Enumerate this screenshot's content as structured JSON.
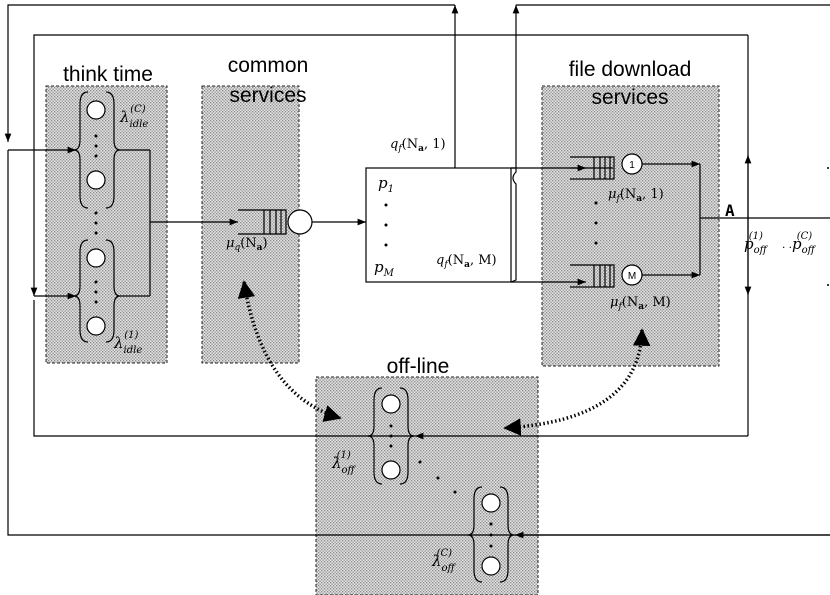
{
  "colors": {
    "stroke": "#000000",
    "shade": "#cfcfcf",
    "background": "#ffffff"
  },
  "blocks": {
    "think_time": "think time",
    "common_services_line1": "common",
    "common_services_line2": "services",
    "file_download_line1": "file download",
    "file_download_line2": "services",
    "off_line": "off-line"
  },
  "labels": {
    "lambda_idle_C": "λ",
    "lambda_idle_C_sub": "idle",
    "lambda_idle_C_sup": "(C)",
    "lambda_idle_1": "λ",
    "lambda_idle_1_sub": "idle",
    "lambda_idle_1_sup": "(1)",
    "mu_q": "μ",
    "mu_q_sub": "q",
    "mu_q_arg": "(N",
    "mu_q_arg_sub": "a",
    "mu_q_arg_close": ")",
    "q_f_1": "q",
    "q_f_1_sub": "f",
    "q_f_1_arg": "(N",
    "q_f_1_arg_sub": "a",
    "q_f_1_arg_close": ", 1)",
    "q_f_M": "q",
    "q_f_M_sub": "f",
    "q_f_M_arg": "(N",
    "q_f_M_arg_sub": "a",
    "q_f_M_arg_close": ", M)",
    "p_1": "p",
    "p_1_sub": "1",
    "p_M": "p",
    "p_M_sub": "M",
    "mu_f_1": "μ",
    "mu_f_1_sub": "f",
    "mu_f_1_arg": "(N",
    "mu_f_1_arg_sub": "a",
    "mu_f_1_arg_close": ", 1)",
    "mu_f_M": "μ",
    "mu_f_M_sub": "f",
    "mu_f_M_arg": "(N",
    "mu_f_M_arg_sub": "a",
    "mu_f_M_arg_close": ", M)",
    "server_1": "1",
    "server_M": "M",
    "A": "A",
    "p_off_1": "p",
    "p_off_1_sub": "off",
    "p_off_1_sup": "(1)",
    "p_off_C": "p",
    "p_off_C_sub": "off",
    "p_off_C_sup": "(C)",
    "lambda_off_1": "λ",
    "lambda_off_1_sub": "off",
    "lambda_off_1_sup": "(1)",
    "lambda_off_C": "λ",
    "lambda_off_C_sub": "off",
    "lambda_off_C_sup": "(C)"
  }
}
